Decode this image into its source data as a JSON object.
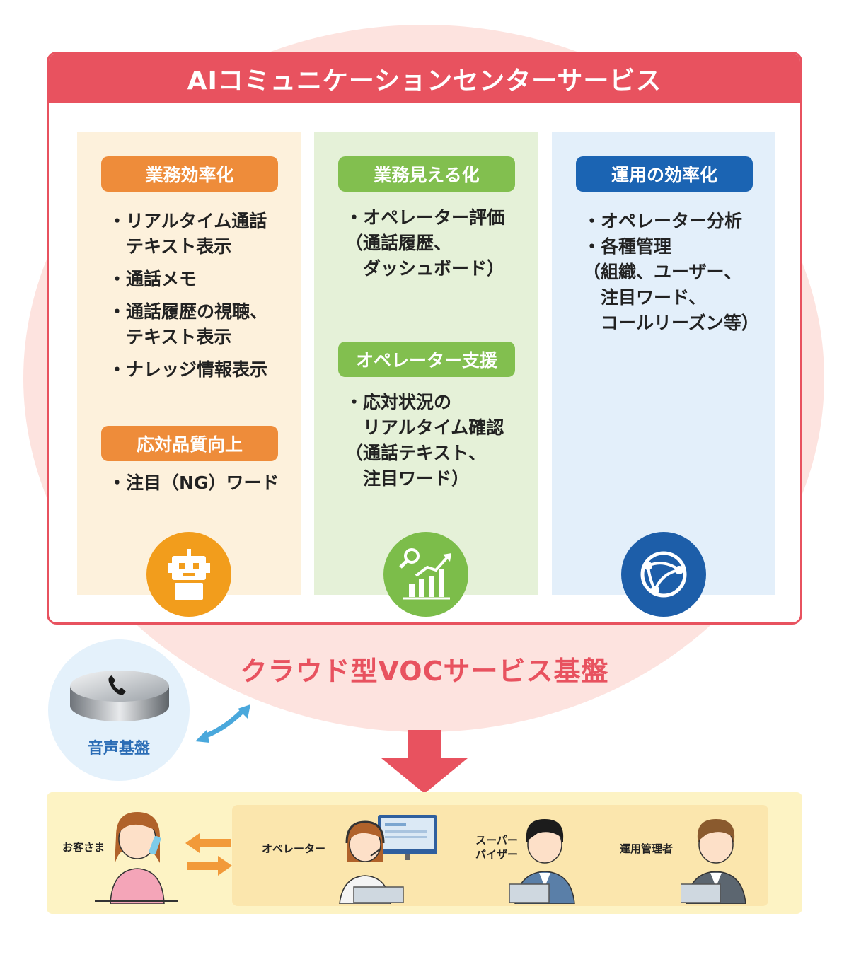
{
  "service": {
    "title": "AIコミュニケーションセンターサービス"
  },
  "columns": [
    {
      "sections": [
        {
          "title": "業務効率化",
          "items": [
            [
              "・リアルタイム通話",
              "　テキスト表示"
            ],
            [
              "・通話メモ"
            ],
            [
              "・通話履歴の視聴、",
              "　テキスト表示"
            ],
            [
              "・ナレッジ情報表示"
            ]
          ]
        },
        {
          "title": "応対品質向上",
          "items": [
            [
              "・注目（NG）ワード"
            ]
          ]
        }
      ],
      "icon": "robot-icon",
      "color": "#f29d1c"
    },
    {
      "sections": [
        {
          "title": "業務見える化",
          "items": [
            [
              "・オペレーター評価",
              "（通話履歴、",
              "　ダッシュボード）"
            ]
          ]
        },
        {
          "title": "オペレーター支援",
          "items": [
            [
              "・応対状況の",
              "　リアルタイム確認",
              "（通話テキスト、",
              "　注目ワード）"
            ]
          ]
        }
      ],
      "icon": "growth-chart-icon",
      "color": "#7cbd4a"
    },
    {
      "sections": [
        {
          "title": "運用の効率化",
          "items": [
            [
              "・オペレーター分析"
            ],
            [
              "・各種管理",
              "（組織、ユーザー、",
              "　注目ワード、",
              "　コールリーズン等）"
            ]
          ]
        }
      ],
      "icon": "network-globe-icon",
      "color": "#1d5ea9"
    }
  ],
  "platform": {
    "label": "クラウド型VOCサービス基盤"
  },
  "voice": {
    "label": "音声基盤"
  },
  "people": {
    "customer": "お客さま",
    "operator": "オペレーター",
    "supervisor": "スーパー\nバイザー",
    "admin": "運用管理者"
  },
  "colors": {
    "accent_red": "#e8525f",
    "orange": "#ee8c3a",
    "green": "#82bf4f",
    "blue": "#1b64b3"
  }
}
